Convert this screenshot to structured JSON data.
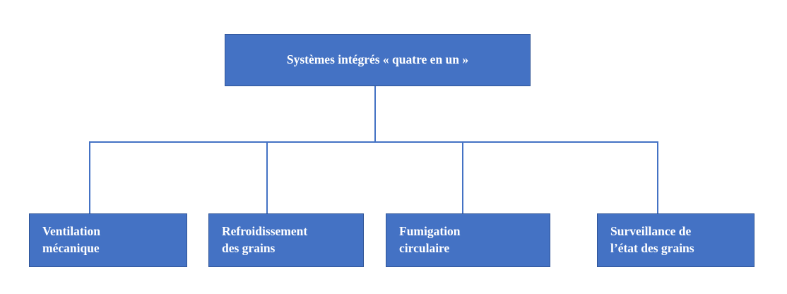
{
  "diagram": {
    "type": "organization-tree",
    "orientation": "top-down",
    "colors": {
      "node_fill": "#4472C4",
      "node_border": "#2F5496",
      "node_text": "#FFFFFF",
      "connector": "#4472C4",
      "background": "#FFFFFF"
    },
    "root": {
      "label": "Systèmes intégrés « quatre en un »",
      "align": "center"
    },
    "children": [
      {
        "label": "Ventilation\nmécanique",
        "align": "left"
      },
      {
        "label": "Refroidissement\ndes grains",
        "align": "left"
      },
      {
        "label": "Fumigation\ncirculaire",
        "align": "left"
      },
      {
        "label": "Surveillance de\nl’état des grains",
        "align": "left"
      }
    ]
  }
}
